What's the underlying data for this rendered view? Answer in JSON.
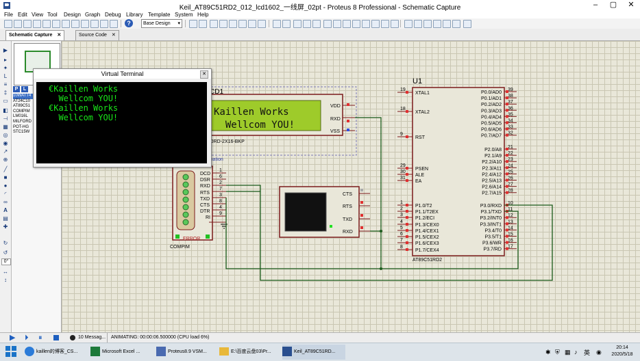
{
  "window": {
    "title": "Keil_AT89C51RD2_012_lcd1602_一线屏_02pt - Proteus 8 Professional - Schematic Capture"
  },
  "menu": [
    "File",
    "Edit",
    "View",
    "Tool",
    "Design",
    "Graph",
    "Debug",
    "Library",
    "Template",
    "System",
    "Help"
  ],
  "toolbar": {
    "design_select": "Base Design"
  },
  "tabs": [
    {
      "label": "Schematic Capture"
    },
    {
      "label": "Source Code"
    }
  ],
  "device_panel": {
    "modes": [
      "P",
      "L"
    ],
    "items": [
      "10WATT4",
      "AT24C10",
      "AT89C51",
      "COMPIM",
      "LM016L",
      "MILFORD",
      "POT-HG",
      "STC15W"
    ]
  },
  "left_tools": {
    "angle": "0°"
  },
  "virtual_terminal": {
    "title": "Virtual Terminal",
    "lines": [
      "€Kaillen Works",
      "  Wellcom YOU!",
      "€Kaillen Works",
      "  Wellcom YOU!"
    ]
  },
  "lcd": {
    "ref": "CD1",
    "model": "LFORD-2X16-BKP",
    "line1": "Kaillen Works",
    "line2": "  Wellcom YOU!",
    "pins": [
      "VDD",
      "RXD",
      "VSS"
    ]
  },
  "annotation": "ic Animation",
  "compim": {
    "pins": [
      "DCD",
      "DSR",
      "RXD",
      "RTS",
      "TXD",
      "CTS",
      "DTR",
      "RI"
    ],
    "pin_nums": [
      "1",
      "6",
      "2",
      "7",
      "3",
      "8",
      "4",
      "9"
    ],
    "error": "ERROR",
    "name": "COMPIM"
  },
  "scope": {
    "pins": [
      "CTS",
      "RTS",
      "TXD",
      "RXD"
    ]
  },
  "mcu": {
    "ref": "U1",
    "name": "AT89C51RD2",
    "left_pins": [
      {
        "num": "19",
        "name": "XTAL1"
      },
      {
        "num": "18",
        "name": "XTAL2"
      },
      {
        "num": "9",
        "name": "RST"
      },
      {
        "num": "29",
        "name": "PSEN"
      },
      {
        "num": "30",
        "name": "ALE"
      },
      {
        "num": "31",
        "name": "EA"
      },
      {
        "num": "1",
        "name": "P1.0/T2"
      },
      {
        "num": "2",
        "name": "P1.1/T2EX"
      },
      {
        "num": "3",
        "name": "P1.2/ECI"
      },
      {
        "num": "4",
        "name": "P1.3/CEX0"
      },
      {
        "num": "5",
        "name": "P1.4/CEX1"
      },
      {
        "num": "6",
        "name": "P1.5/CEX2"
      },
      {
        "num": "7",
        "name": "P1.6/CEX3"
      },
      {
        "num": "8",
        "name": "P1.7/CEX4"
      }
    ],
    "right_pins": [
      {
        "num": "39",
        "name": "P0.0/AD0"
      },
      {
        "num": "38",
        "name": "P0.1/AD1"
      },
      {
        "num": "37",
        "name": "P0.2/AD2"
      },
      {
        "num": "36",
        "name": "P0.3/AD3"
      },
      {
        "num": "35",
        "name": "P0.4/AD4"
      },
      {
        "num": "34",
        "name": "P0.5/AD5"
      },
      {
        "num": "33",
        "name": "P0.6/AD6"
      },
      {
        "num": "32",
        "name": "P0.7/AD7"
      },
      {
        "num": "21",
        "name": "P2.0/A8"
      },
      {
        "num": "22",
        "name": "P2.1/A9"
      },
      {
        "num": "23",
        "name": "P2.2/A10"
      },
      {
        "num": "24",
        "name": "P2.3/A11"
      },
      {
        "num": "25",
        "name": "P2.4/A12"
      },
      {
        "num": "26",
        "name": "P2.5/A13"
      },
      {
        "num": "27",
        "name": "P2.6/A14"
      },
      {
        "num": "28",
        "name": "P2.7/A15"
      },
      {
        "num": "10",
        "name": "P3.0/RXD"
      },
      {
        "num": "11",
        "name": "P3.1/TXD"
      },
      {
        "num": "12",
        "name": "P3.2/INT0"
      },
      {
        "num": "13",
        "name": "P3.3/INT1"
      },
      {
        "num": "14",
        "name": "P3.4/T0"
      },
      {
        "num": "15",
        "name": "P3.5/T1"
      },
      {
        "num": "16",
        "name": "P3.6/WR"
      },
      {
        "num": "17",
        "name": "P3.7/RD"
      }
    ]
  },
  "status": {
    "messages": "10 Messag...",
    "animating": "ANIMATING: 00:00:06.500000 (CPU load 6%)"
  },
  "taskbar": {
    "items": [
      "kaillen的博客_CS...",
      "Microsoft Excel ...",
      "Proteus8.9 VSM...",
      "E:\\百度云盘03\\Pr...",
      "Keil_AT89C51RD..."
    ],
    "time": "20:14",
    "date": "2020/5/18",
    "lang": "英"
  }
}
